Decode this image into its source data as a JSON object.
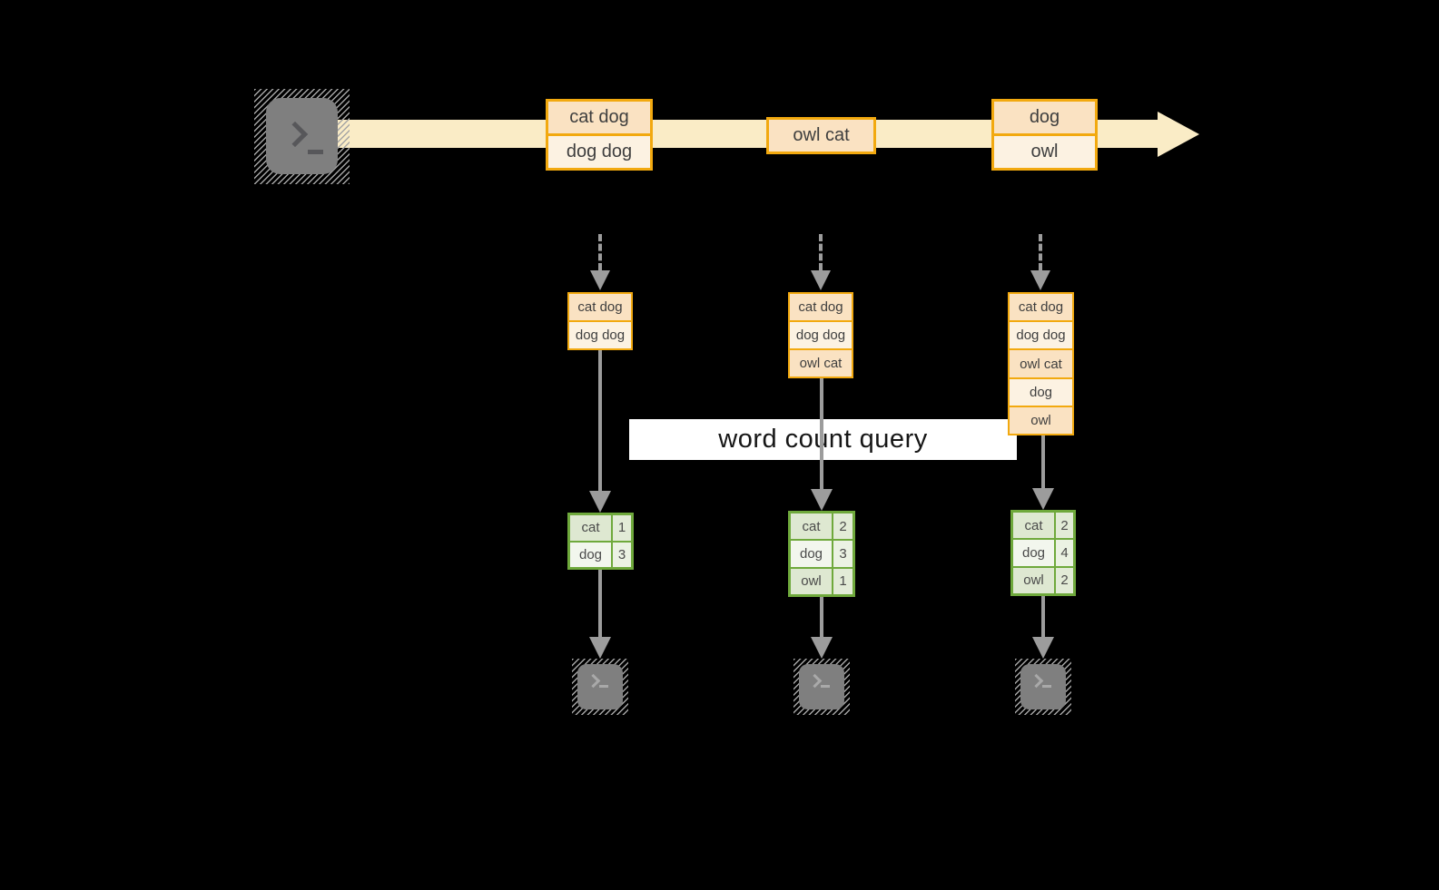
{
  "query_label": "word count query",
  "stream": {
    "source_icon": "terminal-icon",
    "batches": [
      {
        "cells": [
          "cat dog",
          "dog dog"
        ]
      },
      {
        "cells": [
          "owl cat"
        ]
      },
      {
        "cells": [
          "dog",
          "owl"
        ]
      }
    ]
  },
  "columns": [
    {
      "accumulated": [
        "cat dog",
        "dog dog"
      ],
      "counts": [
        {
          "word": "cat",
          "count": "1"
        },
        {
          "word": "dog",
          "count": "3"
        }
      ],
      "sink_icon": "terminal-icon"
    },
    {
      "accumulated": [
        "cat dog",
        "dog dog",
        "owl cat"
      ],
      "counts": [
        {
          "word": "cat",
          "count": "2"
        },
        {
          "word": "dog",
          "count": "3"
        },
        {
          "word": "owl",
          "count": "1"
        }
      ],
      "sink_icon": "terminal-icon"
    },
    {
      "accumulated": [
        "cat dog",
        "dog dog",
        "owl cat",
        "dog",
        "owl"
      ],
      "counts": [
        {
          "word": "cat",
          "count": "2"
        },
        {
          "word": "dog",
          "count": "4"
        },
        {
          "word": "owl",
          "count": "2"
        }
      ],
      "sink_icon": "terminal-icon"
    }
  ],
  "colors": {
    "background": "#000000",
    "stream_arrow": "#FAECC6",
    "record_border": "#F2A90F",
    "record_fill_dark": "#FAE2C2",
    "record_fill_light": "#FCF2E2",
    "table_border": "#6FA93C",
    "table_fill_dark": "#DEE8D1",
    "table_fill_light": "#F2F6ED",
    "arrow_gray": "#9C9C9C",
    "query_band": "#FFFFFF",
    "terminal_gray": "#7F7F7F"
  }
}
